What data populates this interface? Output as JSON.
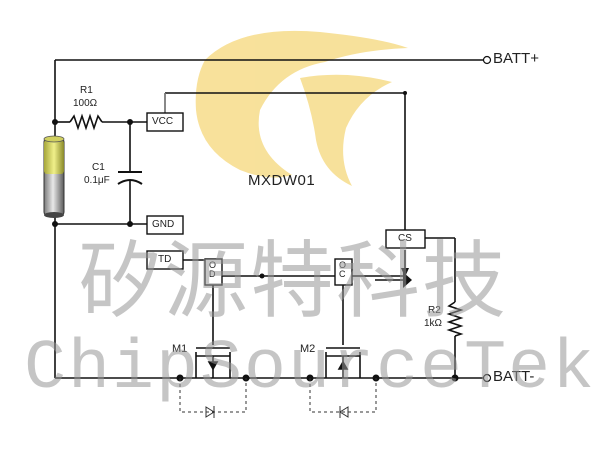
{
  "terminals": {
    "batt_plus": "BATT+",
    "batt_minus": "BATT-"
  },
  "components": {
    "r1": {
      "name": "R1",
      "value": "100Ω"
    },
    "c1": {
      "name": "C1",
      "value": "0.1μF"
    },
    "r2": {
      "name": "R2",
      "value": "1kΩ"
    },
    "m1": {
      "name": "M1"
    },
    "m2": {
      "name": "M2"
    }
  },
  "chip": {
    "name": "MXDW01",
    "pins": {
      "vcc": "VCC",
      "gnd": "GND",
      "td": "TD",
      "cs": "CS",
      "od": "OD",
      "oc": "OC"
    }
  },
  "watermark": {
    "chinese": "矽源特科技",
    "english": "ChipSourceTek"
  },
  "colors": {
    "logo": "#f5d77a",
    "wire": "#111111",
    "watermark": "#969696",
    "battery": "#c8c84a"
  }
}
